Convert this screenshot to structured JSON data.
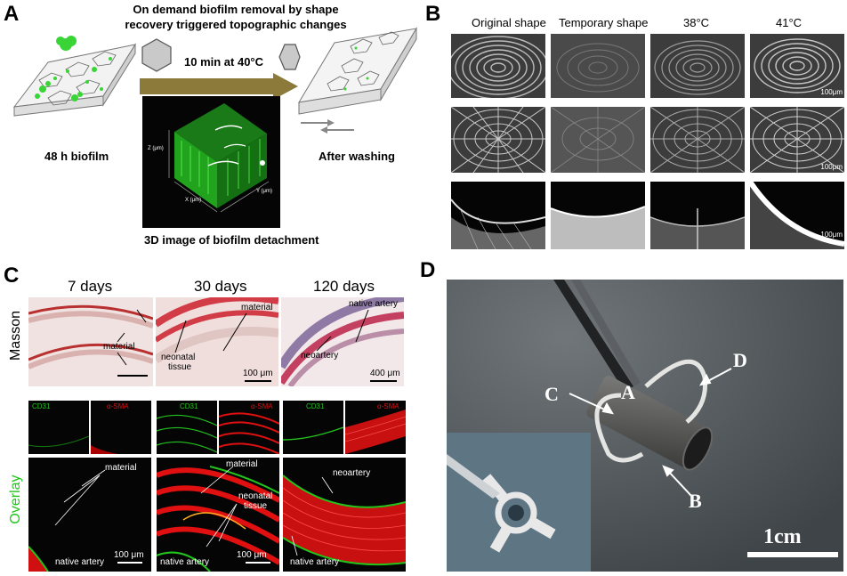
{
  "panels": {
    "a": {
      "letter": "A",
      "title_line1": "On demand biofilm removal by shape",
      "title_line2": "recovery triggered topographic changes",
      "arrow_label": "10 min at 40°C",
      "left_caption": "48 h biofilm",
      "right_caption": "After washing",
      "image_caption": "3D image of biofilm detachment",
      "axis_z": "Z (μm)",
      "axis_x": "X (μm)",
      "axis_y": "Y (μm)"
    },
    "b": {
      "letter": "B",
      "columns": [
        "Original shape",
        "Temporary shape",
        "38°C",
        "41°C"
      ],
      "scale_bar": "100μm"
    },
    "c": {
      "letter": "C",
      "timepoints": [
        "7 days",
        "30 days",
        "120 days"
      ],
      "row_masson": "Masson",
      "row_overlay": "Overlay",
      "stain_green": "CD31",
      "stain_red": "α-SMA",
      "labels": {
        "material": "material",
        "neonatal": "neonatal",
        "tissue": "tissue",
        "native_artery": "native artery",
        "neoartery": "neoartery",
        "scale_100": "100 μm",
        "scale_400": "400 μm"
      }
    },
    "d": {
      "letter": "D",
      "labels": [
        "A",
        "B",
        "C",
        "D"
      ],
      "scale_bar": "1cm"
    }
  },
  "colors": {
    "arrow_brown": "#8b7a3a",
    "biofilm_green": "#39d435",
    "masson_red": "#c8393f",
    "fluor_green": "#22c41c",
    "fluor_red": "#e01010"
  }
}
